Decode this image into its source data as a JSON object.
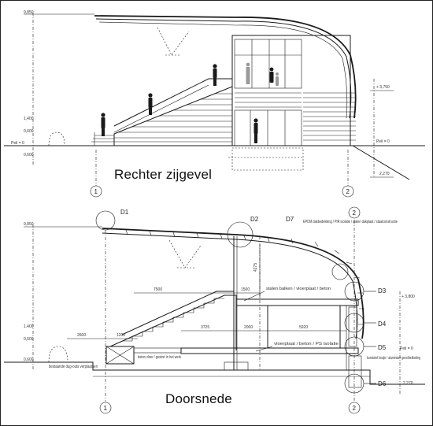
{
  "elevation": {
    "title": "Rechter zijgevel",
    "levels": {
      "top": "9,850",
      "stair_landing": "1,400",
      "mid": "0,600",
      "ground": "Peil = 0",
      "underside": "0,600",
      "right_a": "+ 3,750",
      "right_ground": "Peil = 0",
      "right_low": "2,270"
    },
    "grid_axes": [
      "1",
      "2"
    ]
  },
  "section": {
    "title": "Doorsnede",
    "details": [
      "D1",
      "D2",
      "D7",
      "D3",
      "D4",
      "D5",
      "D6"
    ],
    "dimensions": [
      "7500",
      "1500",
      "3725",
      "2000",
      "5920",
      "2600",
      "1200",
      "4275"
    ],
    "levels": {
      "top": "9,850",
      "right_a": "+ 3,800",
      "left_a": "1,400",
      "left_b": "0,600",
      "left_ground": "0,600",
      "right_ground": "Peil = 0",
      "right_low": "2,270"
    },
    "notes": {
      "roof": "EPDM dakbedekking / PIR isolatie / stalen dakplaat / staalconstructie",
      "floor_upper": "stalen balken / vloerplaat / beton",
      "floor_lower": "vloerplaat / beton / PS isolatie",
      "left_foot": "bestaande dug-outs verplaatsen",
      "right_foot": "kunststof kozijn / aluminium gevelbekleding",
      "mid_label": "beton vloer / gestort in het werk"
    },
    "grid_axes": [
      "1",
      "2"
    ]
  }
}
